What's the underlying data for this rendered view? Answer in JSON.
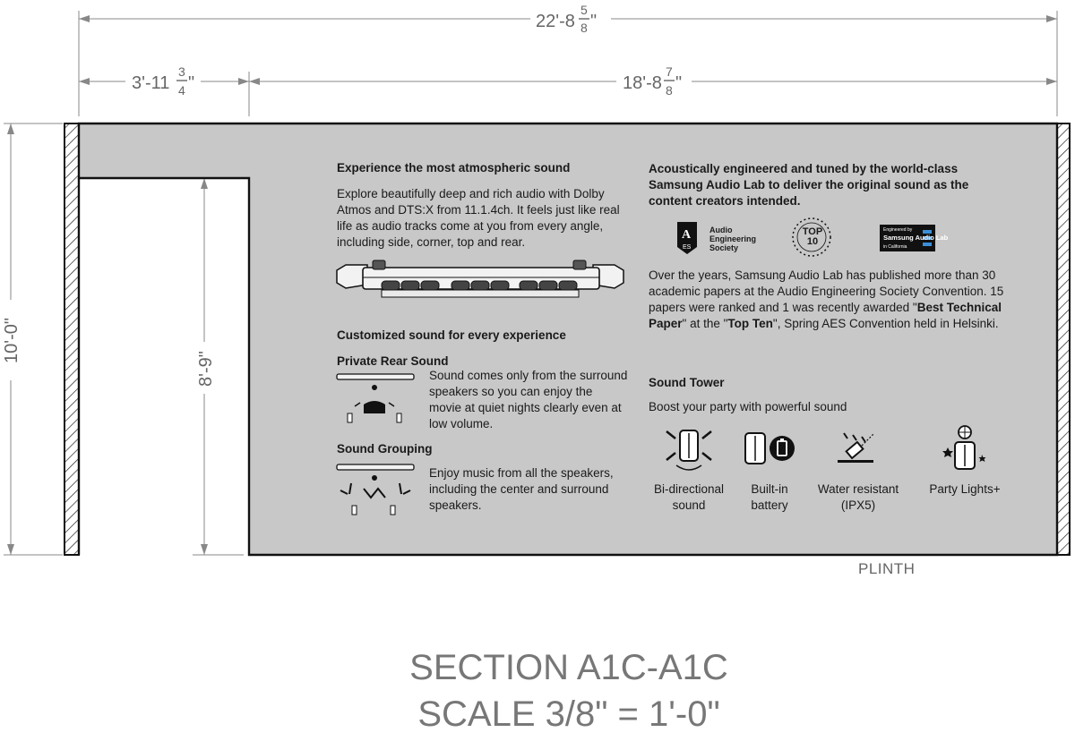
{
  "dimensions": {
    "overall_width": "22'-8",
    "overall_width_num": "5",
    "overall_width_den": "8",
    "overall_width_unit": "\"",
    "left_width": "3'-11",
    "left_width_num": "3",
    "left_width_den": "4",
    "left_width_unit": "\"",
    "right_width": "18'-8",
    "right_width_num": "7",
    "right_width_den": "8",
    "right_width_unit": "\"",
    "overall_height": "10'-0\"",
    "opening_height": "8'-9\""
  },
  "panel": {
    "atmos_heading": "Experience the most atmospheric sound",
    "atmos_body": "Explore beautifully deep and rich audio with Dolby Atmos and DTS:X from 11.1.4ch. It feels just like real life as audio tracks come at you from every angle, including side, corner, top and rear.",
    "custom_heading": "Customized sound for every experience",
    "private_heading": "Private Rear Sound",
    "private_body": "Sound comes only from the surround speakers so you can enjoy the movie at quiet nights clearly even at low volume.",
    "grouping_heading": "Sound Grouping",
    "grouping_body": "Enjoy music from all the speakers, including the center and surround speakers.",
    "acoustic_heading": "Acoustically engineered and tuned by the world-class Samsung Audio Lab to deliver the original sound as the content creators intended.",
    "aes_logo_text": "Audio Engineering Society",
    "aes_mark": "A",
    "aes_mark_sub": "ES",
    "top10_logo_text": "TOP 10",
    "lab_logo_small": "Engineered by",
    "lab_logo_text": "Samsung Audio Lab",
    "lab_logo_sub": "in California",
    "lab_body_1": "Over the years, Samsung Audio Lab has published more than 30 academic papers at the Audio Engineering Society Convention. 15 papers were ranked and 1 was recently awarded \"",
    "lab_body_bold_1": "Best Technical Paper",
    "lab_body_2": "\" at the \"",
    "lab_body_bold_2": "Top Ten",
    "lab_body_3": "\", Spring AES Convention held in Helsinki.",
    "tower_heading": "Sound Tower",
    "tower_body": "Boost your party with powerful sound",
    "features": [
      {
        "label": "Bi-directional sound",
        "icon": "bidirectional-sound-icon"
      },
      {
        "label": "Built-in battery",
        "icon": "battery-icon"
      },
      {
        "label": "Water resistant (IPX5)",
        "icon": "water-resistant-icon"
      },
      {
        "label": "Party Lights+",
        "icon": "party-lights-icon"
      }
    ]
  },
  "plinth_label": "PLINTH",
  "title_line1": "SECTION A1C-A1C",
  "title_line2": "SCALE 3/8\" = 1'-0\"",
  "colors": {
    "panel_fill": "#c8c8c8",
    "line": "#111111",
    "dimension": "#666666",
    "text": "#1a1a1a"
  }
}
